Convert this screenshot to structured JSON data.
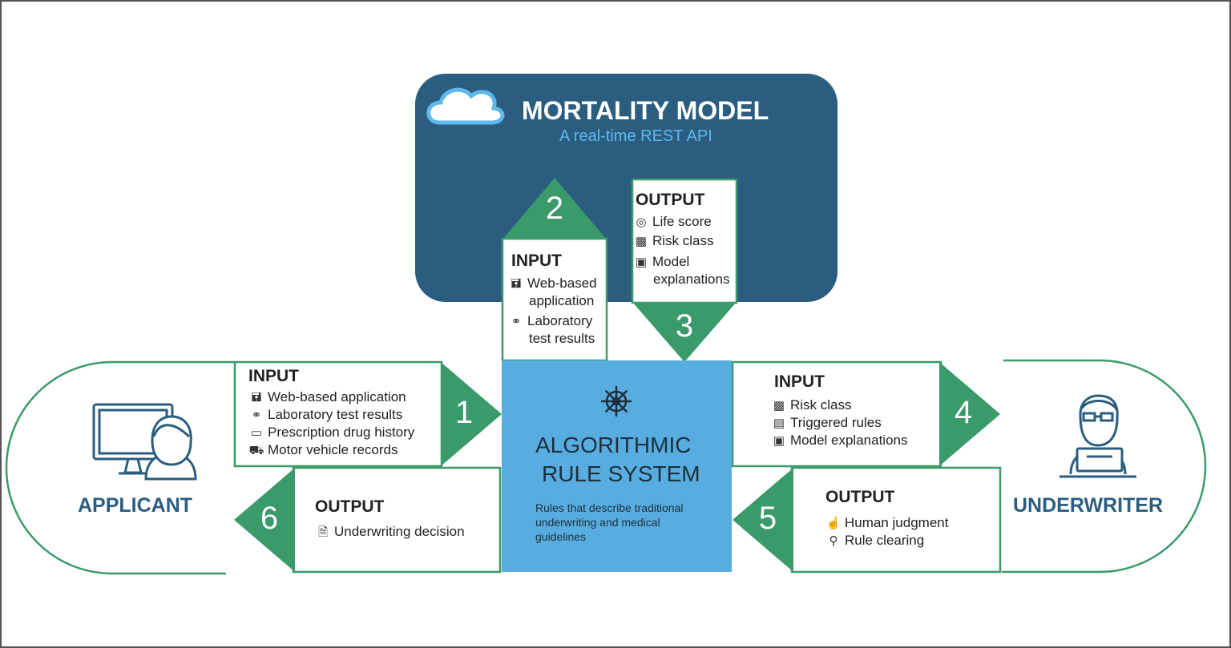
{
  "colors": {
    "navy": "#2a5d80",
    "green": "#3a9a6a",
    "center_blue": "#58ade0",
    "api_blue": "#5fb8ea"
  },
  "mortality": {
    "title": "MORTALITY MODEL",
    "subtitle": "A real-time REST API",
    "icon": "cloud-icon"
  },
  "center": {
    "icon": "ship-wheel-icon",
    "title_line1": "ALGORITHMIC",
    "title_line2": "RULE SYSTEM",
    "desc_line1": "Rules that describe traditional",
    "desc_line2": "underwriting and medical",
    "desc_line3": "guidelines"
  },
  "applicant": {
    "label": "APPLICANT",
    "icon": "applicant-at-computer-icon"
  },
  "underwriter": {
    "label": "UNDERWRITER",
    "icon": "underwriter-at-laptop-icon"
  },
  "steps": {
    "s1": {
      "number": "1",
      "heading": "INPUT",
      "items": [
        {
          "text": "Web-based application",
          "icon": "computer-icon"
        },
        {
          "text": "Laboratory test results",
          "icon": "flask-icon"
        },
        {
          "text": "Prescription drug history",
          "icon": "pill-icon"
        },
        {
          "text": "Motor vehicle records",
          "icon": "car-icon"
        }
      ]
    },
    "s2": {
      "number": "2",
      "heading": "INPUT",
      "items": [
        {
          "text": "Web-based",
          "text2": "application",
          "icon": "computer-icon"
        },
        {
          "text": "Laboratory",
          "text2": "test results",
          "icon": "flask-icon"
        }
      ]
    },
    "s3": {
      "number": "3",
      "heading": "OUTPUT",
      "items": [
        {
          "text": "Life score",
          "icon": "target-icon"
        },
        {
          "text": "Risk class",
          "icon": "bar-chart-icon"
        },
        {
          "text": "Model",
          "text2": "explanations",
          "icon": "dashboard-icon"
        }
      ]
    },
    "s4": {
      "number": "4",
      "heading": "INPUT",
      "items": [
        {
          "text": "Risk class",
          "icon": "bar-chart-icon"
        },
        {
          "text": "Triggered rules",
          "icon": "code-window-icon"
        },
        {
          "text": "Model explanations",
          "icon": "dashboard-icon"
        }
      ]
    },
    "s5": {
      "number": "5",
      "heading": "OUTPUT",
      "items": [
        {
          "text": "Human judgment",
          "icon": "touch-icon"
        },
        {
          "text": "Rule clearing",
          "icon": "search-icon"
        }
      ]
    },
    "s6": {
      "number": "6",
      "heading": "OUTPUT",
      "items": [
        {
          "text": "Underwriting decision",
          "icon": "document-icon"
        }
      ]
    }
  }
}
